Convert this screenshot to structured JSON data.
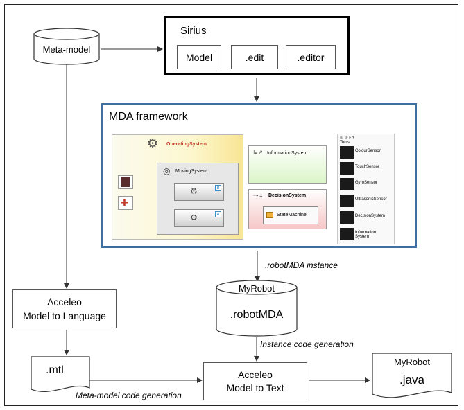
{
  "metamodel": {
    "label": "Meta-model"
  },
  "sirius": {
    "title": "Sirius",
    "buttons": [
      "Model",
      ".edit",
      ".editor"
    ]
  },
  "mda": {
    "title": "MDA framework",
    "diagram": {
      "operating_system": "OperatingSystem",
      "moving_system": "MovingSystem",
      "motor_badges": [
        "B",
        "A"
      ],
      "information_system": "InformationSystem",
      "decision_system": "DecisionSystem",
      "state_machine": "StateMachine"
    },
    "palette": {
      "header": "Tools",
      "items": [
        "ColourSensor",
        "TouchSensor",
        "GyroSensor",
        "UltrasonicSensor",
        "DecisionSystem",
        "Information System"
      ]
    }
  },
  "robot_instance": {
    "arrow_label": ".robotMDA instance",
    "name": "MyRobot",
    "file": ".robotMDA"
  },
  "instance_gen_label": "Instance code generation",
  "acceleo_language": {
    "line1": "Acceleo",
    "line2": "Model to Language"
  },
  "mtl": {
    "label": ".mtl"
  },
  "metamodel_gen_label": "Meta-model code generation",
  "acceleo_text": {
    "line1": "Acceleo",
    "line2": "Model to Text"
  },
  "java_doc": {
    "name": "MyRobot",
    "ext": ".java"
  }
}
